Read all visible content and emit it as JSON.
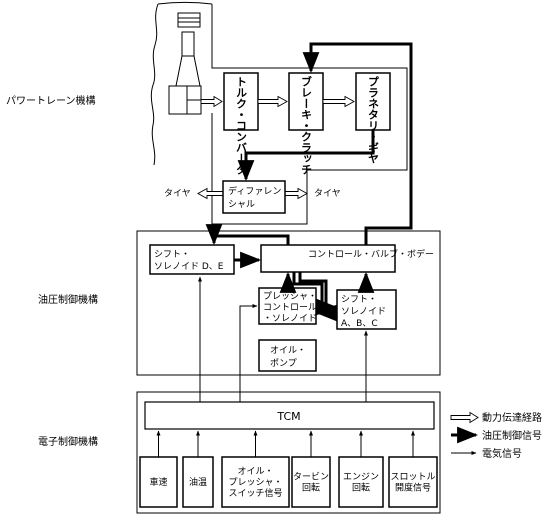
{
  "sections": {
    "powertrain": "パワートレーン機構",
    "hydraulic": "油圧制御機構",
    "electronic": "電子制御機構"
  },
  "powertrain": {
    "torque_converter": "トルク・コンバータ",
    "brake_clutch": "ブレーキ・クラッチ",
    "planetary_gear": "プラネタリ・ギヤ",
    "differential": [
      "ディファレン",
      "シャル"
    ],
    "tire_left": "タイヤ",
    "tire_right": "タイヤ"
  },
  "hydraulic": {
    "shift_solenoid_de": [
      "シフト・",
      "ソレノイド D、E"
    ],
    "control_valve_body": "コントロール・バルブ・ボデー",
    "pressure_control_solenoid": [
      "プレッシャ・",
      "コントロール",
      "・ソレノイド"
    ],
    "shift_solenoid_abc": [
      "シフト・",
      "ソレノイド",
      "A、B、C"
    ],
    "oil_pump": [
      "オイル・",
      "ポンプ"
    ]
  },
  "electronic": {
    "tcm": "TCM",
    "inputs": [
      {
        "lines": [
          "車速"
        ]
      },
      {
        "lines": [
          "油温"
        ]
      },
      {
        "lines": [
          "オイル・",
          "プレッシャ・",
          "スイッチ信号"
        ]
      },
      {
        "lines": [
          "タービン",
          "回転"
        ]
      },
      {
        "lines": [
          "エンジン",
          "回転"
        ]
      },
      {
        "lines": [
          "スロットル",
          "開度信号"
        ]
      }
    ]
  },
  "legend": {
    "power": "動力伝達経路",
    "hydraulic": "油圧制御信号",
    "electric": "電気信号"
  }
}
